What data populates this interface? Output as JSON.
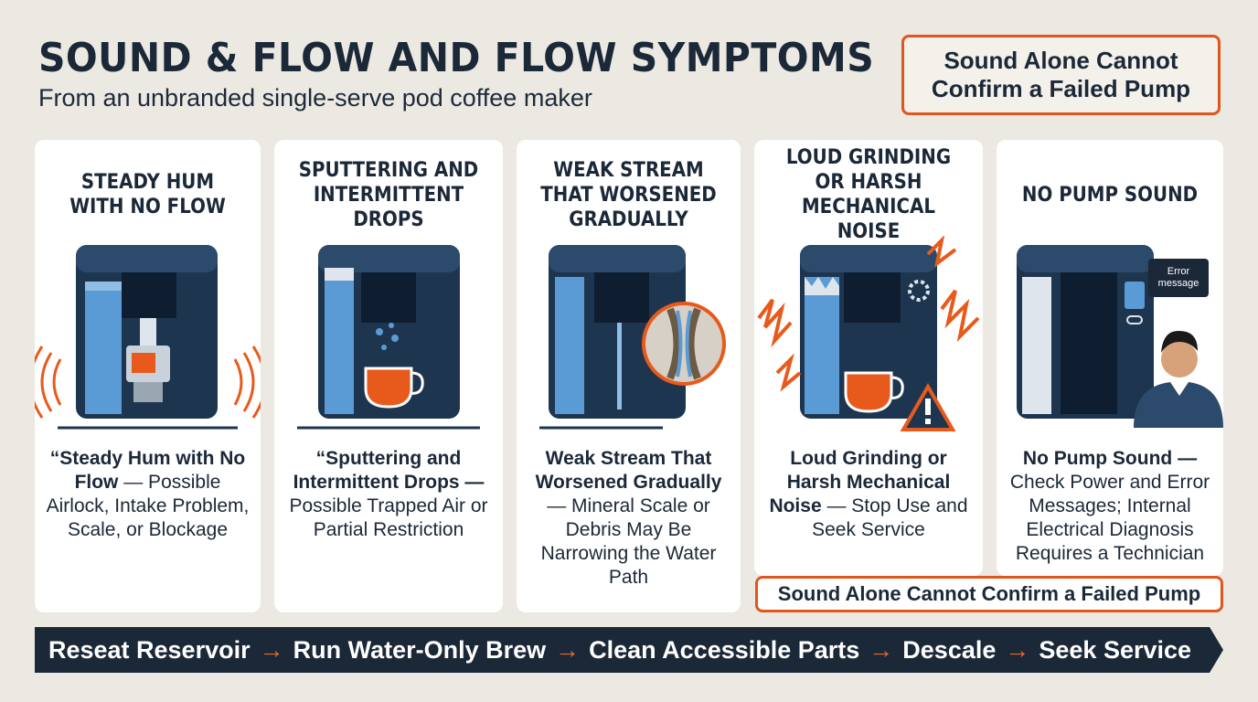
{
  "header": {
    "title": "SOUND & FLOW AND FLOW SYMPTOMS",
    "subtitle": "From an unbranded single-serve pod coffee maker"
  },
  "callout_top": "Sound Alone Cannot Confirm a Failed Pump",
  "cards": [
    {
      "title": "STEADY HUM WITH NO FLOW",
      "desc_bold": "“Steady Hum with No Flow",
      "desc_rest": " — Possible Airlock, Intake Problem, Scale, or Blockage"
    },
    {
      "title": "SPUTTERING AND INTERMITTENT DROPS",
      "desc_bold": "“Sputtering and Intermittent Drops —",
      "desc_rest": " Possible Trapped Air or Partial Restriction"
    },
    {
      "title": "WEAK STREAM THAT WORSENED GRADUALLY",
      "desc_bold": "Weak Stream That Worsened Gradually",
      "desc_rest": " — Mineral Scale or Debris May Be Narrowing the Water Path"
    },
    {
      "title": "LOUD GRINDING OR HARSH MECHANICAL NOISE",
      "desc_bold": "Loud Grinding or Harsh Mechanical Noise",
      "desc_rest": " — Stop Use and Seek Service"
    },
    {
      "title": "NO PUMP SOUND",
      "desc_bold": "No Pump Sound —",
      "desc_rest": " Check Power and Error Messages; Internal Electrical Diagnosis Requires a Technician",
      "screen_label": "Error message"
    }
  ],
  "bottom_note": "Sound Alone Cannot Confirm a Failed Pump",
  "steps": [
    "Reseat Reservoir",
    "Run Water-Only Brew",
    "Clean Accessible Parts",
    "Descale",
    "Seek Service"
  ],
  "arrow_glyph": "→",
  "colors": {
    "navy": "#1b2838",
    "orange": "#e0571e",
    "water": "#5b9bd5",
    "background": "#ece8e2"
  }
}
